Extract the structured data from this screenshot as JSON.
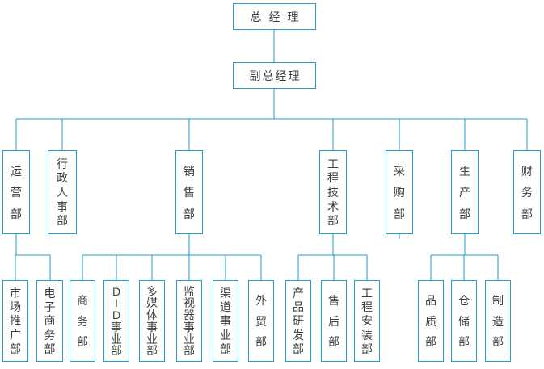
{
  "org": {
    "colors": {
      "line": "#1f9ed0",
      "text": "#3d3d3d",
      "background": "#ffffff"
    },
    "root": {
      "label": "总经理"
    },
    "deputy": {
      "label": "副总经理"
    },
    "departments": [
      {
        "label": "运营部",
        "children": [
          {
            "label": "市场推广部"
          },
          {
            "label": "电子商务部"
          }
        ]
      },
      {
        "label": "行政人事部",
        "children": []
      },
      {
        "label": "销售部",
        "children": [
          {
            "label": "商务部"
          },
          {
            "label": "DID事业部"
          },
          {
            "label": "多媒体事业部"
          },
          {
            "label": "监视器事业部"
          },
          {
            "label": "渠道事业部"
          },
          {
            "label": "外贸部"
          }
        ]
      },
      {
        "label": "工程技术部",
        "children": [
          {
            "label": "产品研发部"
          },
          {
            "label": "售后部"
          },
          {
            "label": "工程安装部"
          }
        ]
      },
      {
        "label": "采购部",
        "children": []
      },
      {
        "label": "生产部",
        "children": [
          {
            "label": "品质部"
          },
          {
            "label": "仓储部"
          },
          {
            "label": "制造部"
          }
        ]
      },
      {
        "label": "财务部",
        "children": []
      }
    ]
  }
}
